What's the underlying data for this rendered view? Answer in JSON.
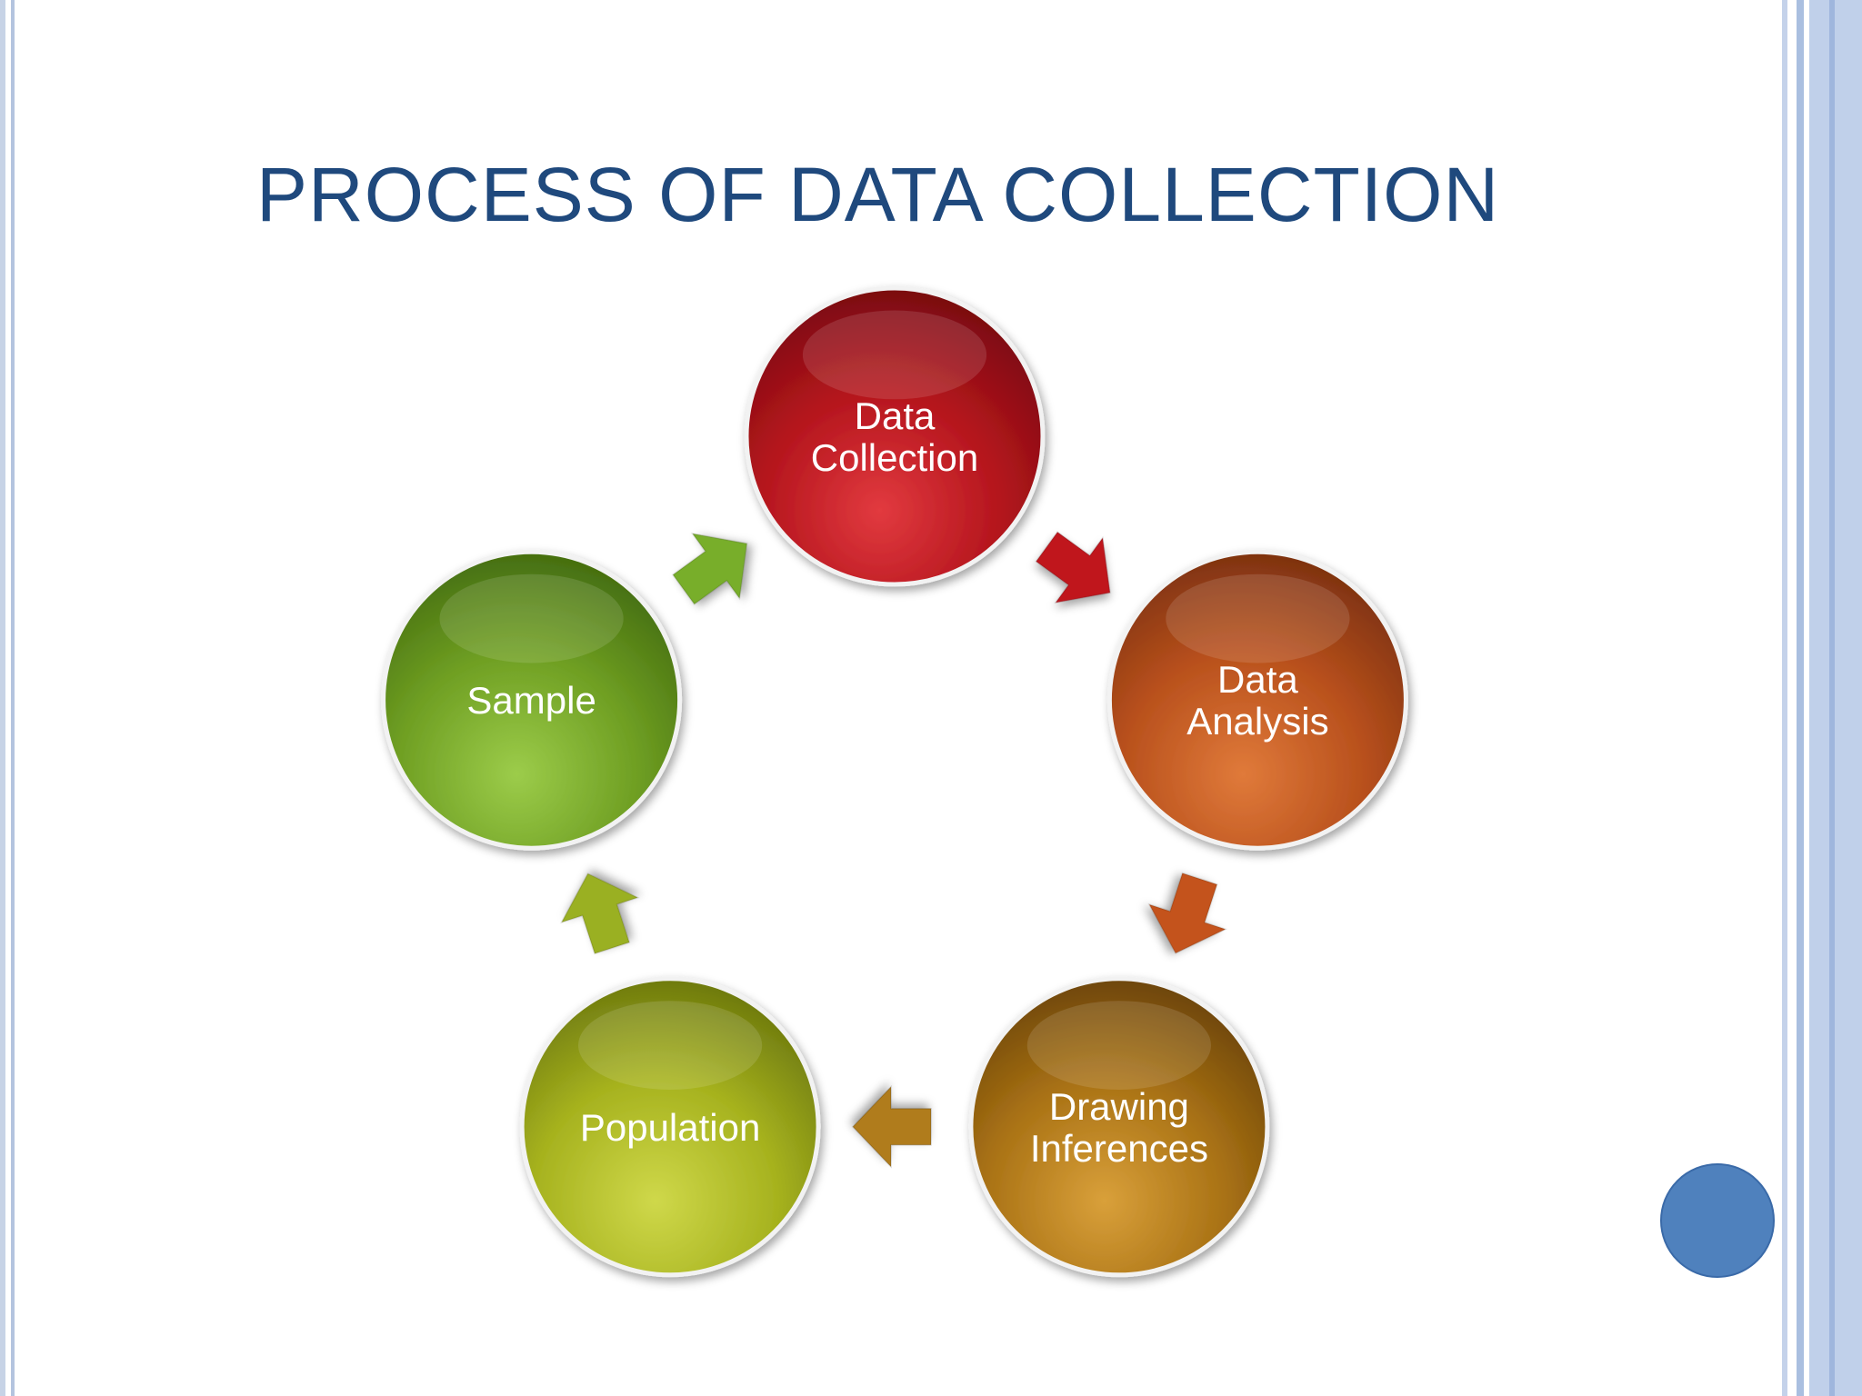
{
  "slide": {
    "title": "PROCESS OF DATA COLLECTION"
  },
  "cycle": {
    "steps": [
      {
        "id": "data-collection",
        "lines": [
          "Data",
          "Collection"
        ],
        "color": "#b3141c",
        "light": "#e23a3f",
        "dark": "#7a0c10"
      },
      {
        "id": "data-analysis",
        "lines": [
          "Data",
          "Analysis"
        ],
        "color": "#b8501c",
        "light": "#e07a3a",
        "dark": "#7e3210"
      },
      {
        "id": "drawing-inferences",
        "lines": [
          "Drawing",
          "Inferences"
        ],
        "color": "#a87114",
        "light": "#d9a03a",
        "dark": "#6e4608"
      },
      {
        "id": "population",
        "lines": [
          "Population"
        ],
        "color": "#a6b21e",
        "light": "#cfd84a",
        "dark": "#6e7a0e"
      },
      {
        "id": "sample",
        "lines": [
          "Sample"
        ],
        "color": "#6e9e22",
        "light": "#9ccc4a",
        "dark": "#456e10"
      }
    ],
    "arrows": [
      {
        "from": "data-collection",
        "to": "data-analysis",
        "color": "#c0161f",
        "icon": "arrow-icon"
      },
      {
        "from": "data-analysis",
        "to": "drawing-inferences",
        "color": "#c4531c",
        "icon": "arrow-icon"
      },
      {
        "from": "drawing-inferences",
        "to": "population",
        "color": "#b07c1e",
        "icon": "arrow-icon"
      },
      {
        "from": "population",
        "to": "sample",
        "color": "#9ab024",
        "icon": "arrow-icon"
      },
      {
        "from": "sample",
        "to": "data-collection",
        "color": "#78ae2c",
        "icon": "arrow-icon"
      }
    ]
  },
  "nav": {
    "dot_color": "#4f81bd",
    "icon": "circle-dot-icon"
  }
}
